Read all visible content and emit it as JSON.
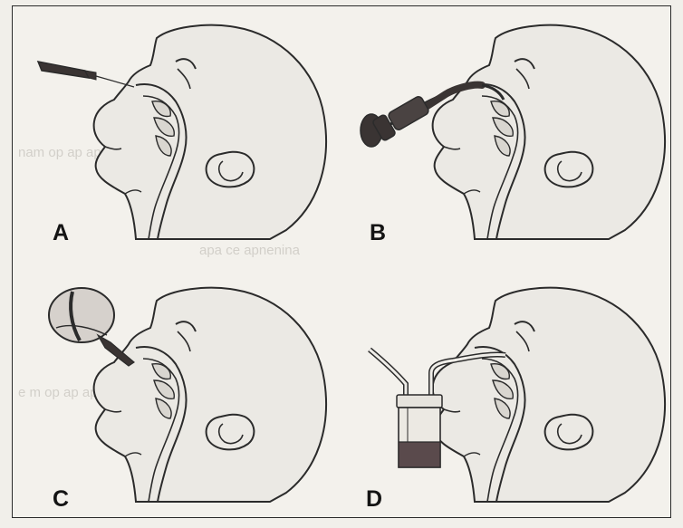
{
  "panels": [
    {
      "id": "A",
      "label": "A"
    },
    {
      "id": "B",
      "label": "B"
    },
    {
      "id": "C",
      "label": "C"
    },
    {
      "id": "D",
      "label": "D"
    }
  ],
  "colors": {
    "line": "#2b2b2b",
    "skin": "#e9e7e2",
    "instrument_dark": "#3a3433",
    "bottle_fluid": "#5a4a4c",
    "bulb": "#cfcac6"
  }
}
